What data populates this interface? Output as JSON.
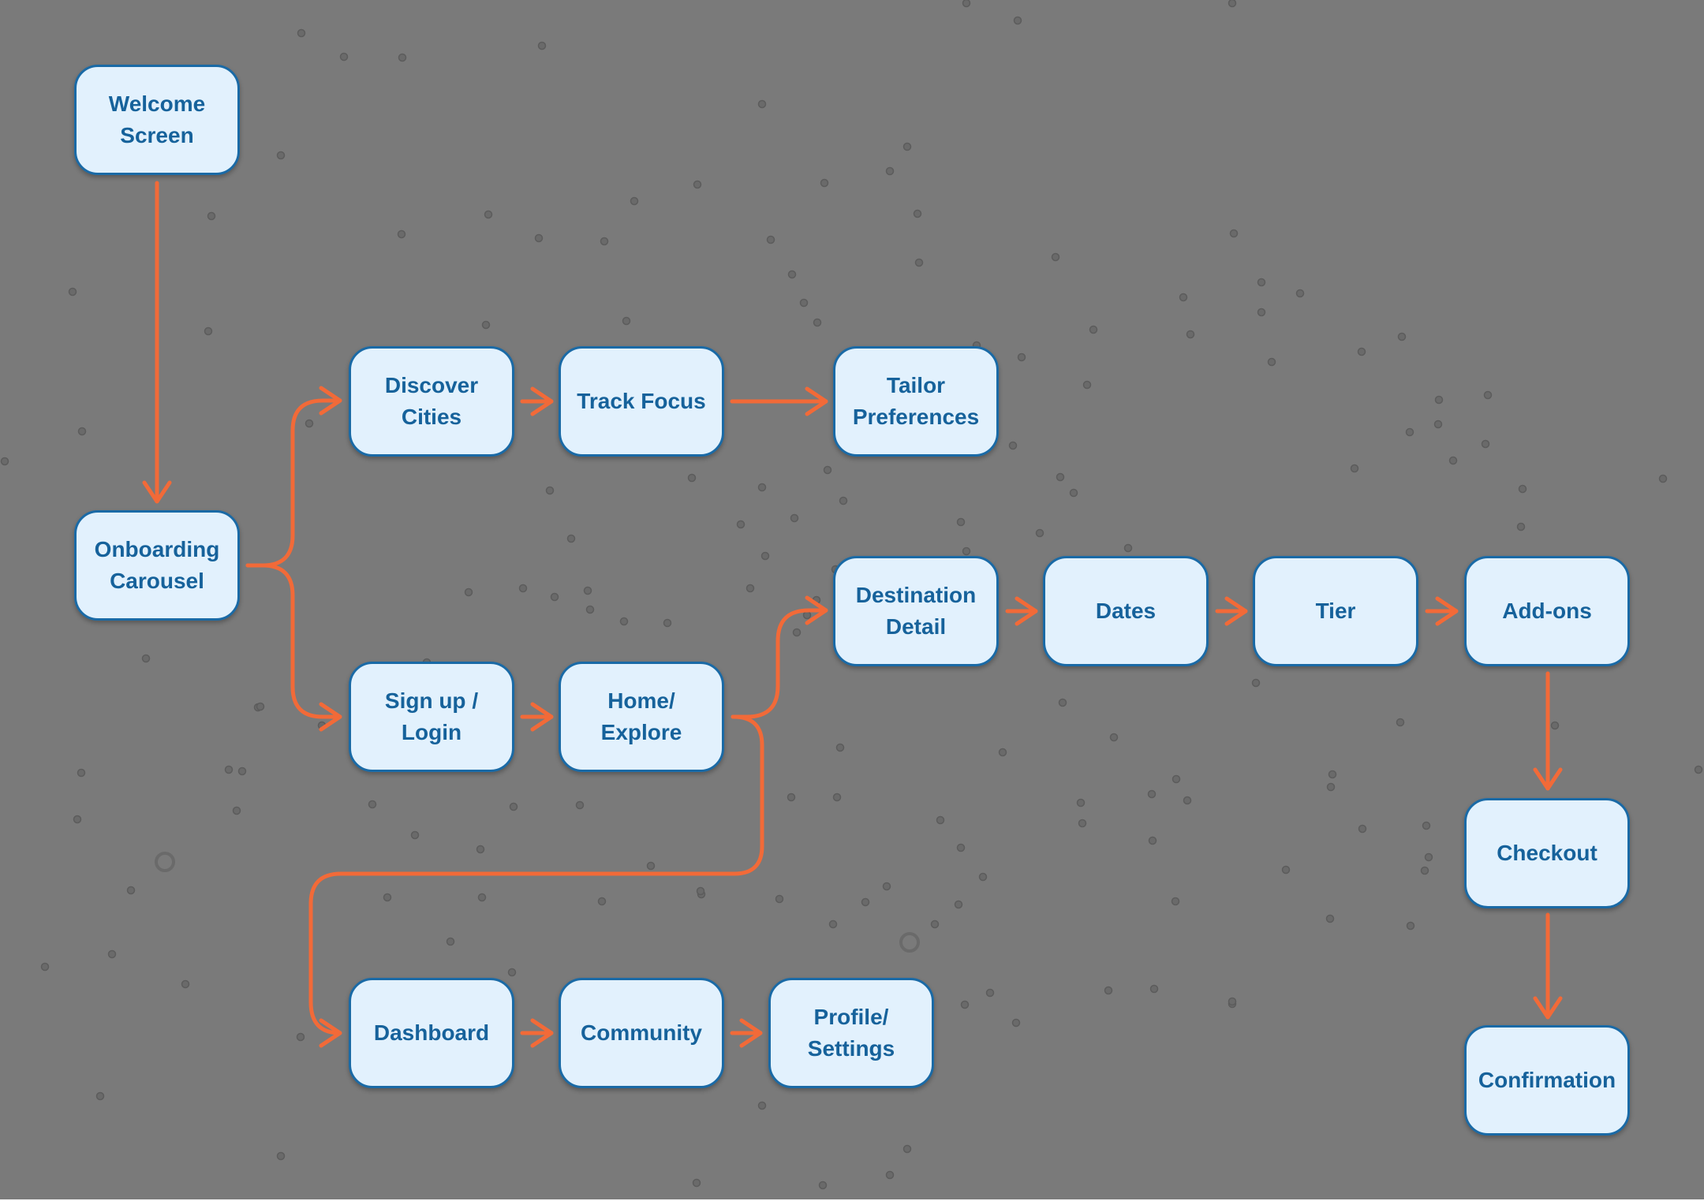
{
  "diagram": {
    "nodes": {
      "welcome": "Welcome\nScreen",
      "onboarding": "Onboarding\nCarousel",
      "discover": "Discover\nCities",
      "track": "Track Focus",
      "tailor": "Tailor\nPreferences",
      "signup": "Sign up /\nLogin",
      "home": "Home/\nExplore",
      "destination": "Destination\nDetail",
      "dates": "Dates",
      "tier": "Tier",
      "addons": "Add-ons",
      "checkout": "Checkout",
      "confirmation": "Confirmation",
      "dashboard": "Dashboard",
      "community": "Community",
      "profile": "Profile/\nSettings"
    },
    "edges": [
      [
        "welcome",
        "onboarding"
      ],
      [
        "onboarding",
        "discover"
      ],
      [
        "onboarding",
        "signup"
      ],
      [
        "discover",
        "track"
      ],
      [
        "track",
        "tailor"
      ],
      [
        "signup",
        "home"
      ],
      [
        "home",
        "destination"
      ],
      [
        "home",
        "dashboard"
      ],
      [
        "destination",
        "dates"
      ],
      [
        "dates",
        "tier"
      ],
      [
        "tier",
        "addons"
      ],
      [
        "addons",
        "checkout"
      ],
      [
        "checkout",
        "confirmation"
      ],
      [
        "dashboard",
        "community"
      ],
      [
        "community",
        "profile"
      ]
    ],
    "colors": {
      "background": "#7a7a7a",
      "node_fill": "#e2f1fd",
      "node_border": "#1a6aa6",
      "node_text": "#16629b",
      "arrow": "#f26a38"
    }
  }
}
